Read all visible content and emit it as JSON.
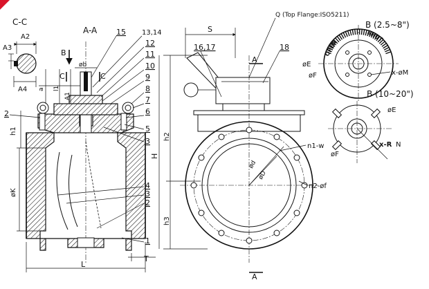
{
  "labels": {
    "section_cc": "C-C",
    "section_aa": "A-A",
    "dim_a2": "A2",
    "dim_a3": "A3",
    "dim_a4": "A4",
    "dim_a": "a",
    "dim_a1": "A1",
    "dim_l1": "l1",
    "dim_h1": "h1",
    "dim_h2": "h2",
    "dim_h3": "h3",
    "dim_big_h": "H",
    "dim_s": "S",
    "dim_l": "L",
    "dim_t": "T",
    "dim_phi_k": "øK",
    "dim_phi_b": "øb",
    "arrow_b": "B",
    "arrow_c_left": "C",
    "arrow_c_right": "C",
    "arrow_a_top": "A",
    "arrow_a_bottom": "A",
    "top_flange": "Q (Top Flange:ISO5211)",
    "view_b_small": "B (2.5~8\")",
    "view_b_large": "B (10~20\")",
    "phi_e_top": "øE",
    "phi_f_top": "øF",
    "x_phi_m": "x-øM",
    "phi_e_bottom": "øE",
    "phi_f_bottom": "øF",
    "x_r": "x-R",
    "n_label": "N",
    "n1_w": "n1-w",
    "n2_phi_f": "n2-øf",
    "phi_d_inner": "ød",
    "phi_d_outer": "øD",
    "dial_open": "OPEN",
    "dial_shut": "SHUT"
  },
  "callouts": {
    "p15": "15",
    "p13_14": "13,14",
    "p12": "12",
    "p11": "11",
    "p10": "10",
    "p9": "9",
    "p8": "8",
    "p7": "7",
    "p6": "6",
    "p5": "5",
    "p3_top": "3",
    "p2_left": "2",
    "p4": "4",
    "p3_bottom": "3",
    "p2_bottom": "2",
    "p1": "1",
    "p16_17": "16,17",
    "p18": "18"
  },
  "colors": {
    "line": "#111111",
    "corner_mark": "#d9142a",
    "background": "#ffffff"
  }
}
